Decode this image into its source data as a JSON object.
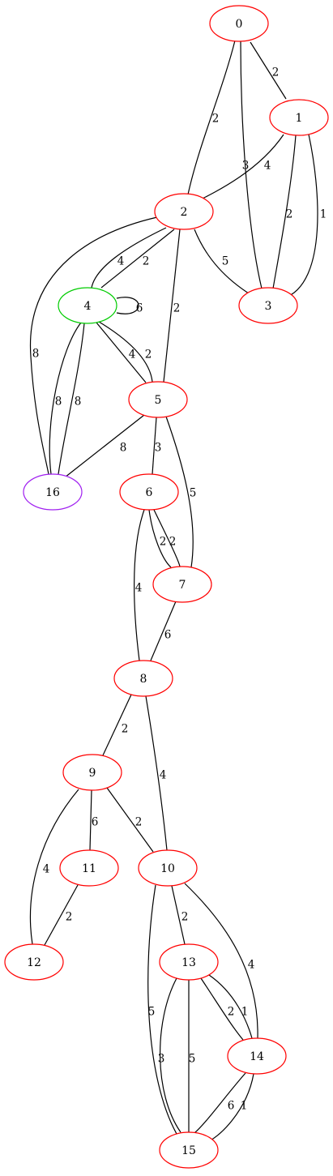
{
  "graph": {
    "colors": {
      "default_node": "#ff0000",
      "start_node": "#00cc00",
      "goal_node": "#a020f0",
      "edge": "#000000"
    },
    "nodes": [
      {
        "id": "0",
        "label": "0",
        "color": "default_node"
      },
      {
        "id": "1",
        "label": "1",
        "color": "default_node"
      },
      {
        "id": "2",
        "label": "2",
        "color": "default_node"
      },
      {
        "id": "3",
        "label": "3",
        "color": "default_node"
      },
      {
        "id": "4",
        "label": "4",
        "color": "start_node"
      },
      {
        "id": "5",
        "label": "5",
        "color": "default_node"
      },
      {
        "id": "6",
        "label": "6",
        "color": "default_node"
      },
      {
        "id": "7",
        "label": "7",
        "color": "default_node"
      },
      {
        "id": "8",
        "label": "8",
        "color": "default_node"
      },
      {
        "id": "9",
        "label": "9",
        "color": "default_node"
      },
      {
        "id": "10",
        "label": "10",
        "color": "default_node"
      },
      {
        "id": "11",
        "label": "11",
        "color": "default_node"
      },
      {
        "id": "12",
        "label": "12",
        "color": "default_node"
      },
      {
        "id": "13",
        "label": "13",
        "color": "default_node"
      },
      {
        "id": "14",
        "label": "14",
        "color": "default_node"
      },
      {
        "id": "15",
        "label": "15",
        "color": "default_node"
      },
      {
        "id": "16",
        "label": "16",
        "color": "goal_node"
      }
    ],
    "edges": [
      {
        "from": "0",
        "to": "1",
        "weight": "2"
      },
      {
        "from": "0",
        "to": "2",
        "weight": "2"
      },
      {
        "from": "0",
        "to": "3",
        "weight": "3"
      },
      {
        "from": "1",
        "to": "2",
        "weight": "4"
      },
      {
        "from": "1",
        "to": "3",
        "weight": "2"
      },
      {
        "from": "1",
        "to": "3",
        "weight": "1"
      },
      {
        "from": "2",
        "to": "4",
        "weight": "4"
      },
      {
        "from": "2",
        "to": "4",
        "weight": "2"
      },
      {
        "from": "2",
        "to": "3",
        "weight": "5"
      },
      {
        "from": "2",
        "to": "5",
        "weight": "2"
      },
      {
        "from": "2",
        "to": "16",
        "weight": "8"
      },
      {
        "from": "4",
        "to": "4",
        "weight": "6"
      },
      {
        "from": "4",
        "to": "5",
        "weight": "4"
      },
      {
        "from": "4",
        "to": "5",
        "weight": "2"
      },
      {
        "from": "4",
        "to": "16",
        "weight": "8"
      },
      {
        "from": "4",
        "to": "16",
        "weight": "8"
      },
      {
        "from": "5",
        "to": "16",
        "weight": "8"
      },
      {
        "from": "5",
        "to": "6",
        "weight": "3"
      },
      {
        "from": "5",
        "to": "7",
        "weight": "5"
      },
      {
        "from": "6",
        "to": "7",
        "weight": "2"
      },
      {
        "from": "6",
        "to": "7",
        "weight": "2"
      },
      {
        "from": "6",
        "to": "8",
        "weight": "4"
      },
      {
        "from": "7",
        "to": "8",
        "weight": "6"
      },
      {
        "from": "8",
        "to": "9",
        "weight": "2"
      },
      {
        "from": "8",
        "to": "10",
        "weight": "4"
      },
      {
        "from": "9",
        "to": "11",
        "weight": "6"
      },
      {
        "from": "9",
        "to": "10",
        "weight": "2"
      },
      {
        "from": "9",
        "to": "12",
        "weight": "4"
      },
      {
        "from": "11",
        "to": "12",
        "weight": "2"
      },
      {
        "from": "10",
        "to": "13",
        "weight": "2"
      },
      {
        "from": "10",
        "to": "14",
        "weight": "4"
      },
      {
        "from": "10",
        "to": "15",
        "weight": "5"
      },
      {
        "from": "13",
        "to": "14",
        "weight": "2"
      },
      {
        "from": "13",
        "to": "14",
        "weight": "1"
      },
      {
        "from": "13",
        "to": "15",
        "weight": "3"
      },
      {
        "from": "13",
        "to": "15",
        "weight": "5"
      },
      {
        "from": "14",
        "to": "15",
        "weight": "6"
      },
      {
        "from": "14",
        "to": "15",
        "weight": "1"
      }
    ]
  }
}
